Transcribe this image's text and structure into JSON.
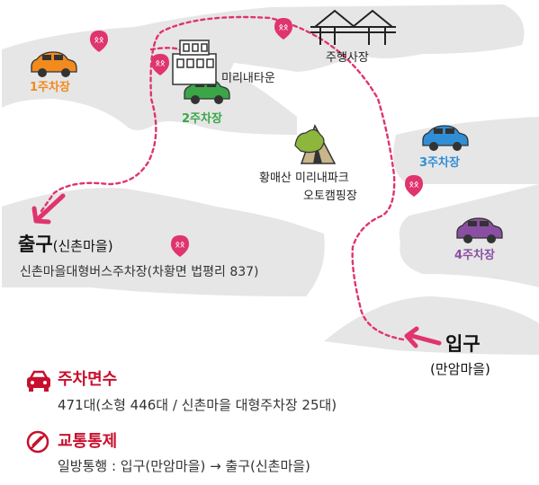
{
  "map": {
    "parking_lots": [
      {
        "label": "1주차장",
        "color": "#f28a1e"
      },
      {
        "label": "2주차장",
        "color": "#3aa648"
      },
      {
        "label": "3주차장",
        "color": "#2f8ed6"
      },
      {
        "label": "4주차장",
        "color": "#8a4fa3"
      }
    ],
    "places": {
      "driving_range": "주행사장",
      "mirinae_town": "미리내타운",
      "camping": [
        "황매산 미리내파크",
        "오토캠핑장"
      ]
    },
    "exit": {
      "title": "출구",
      "sub": "(신촌마을)",
      "bus_lot": "신촌마을대형버스주차장(차황면 법평리 837)"
    },
    "entrance": {
      "title": "입구",
      "sub": "(만암마을)"
    },
    "colors": {
      "route": "#e0346e",
      "road": "#e6e6e6",
      "accent": "#c8102e"
    }
  },
  "legend": {
    "parking": {
      "icon": "car-icon",
      "title": "주차면수",
      "text": "471대(소형 446대 / 신촌마을 대형주차장 25대)"
    },
    "traffic": {
      "icon": "no-entry-icon",
      "title": "교통통제",
      "text": "일방통행 : 입구(만암마을) → 출구(신촌마을)"
    }
  }
}
